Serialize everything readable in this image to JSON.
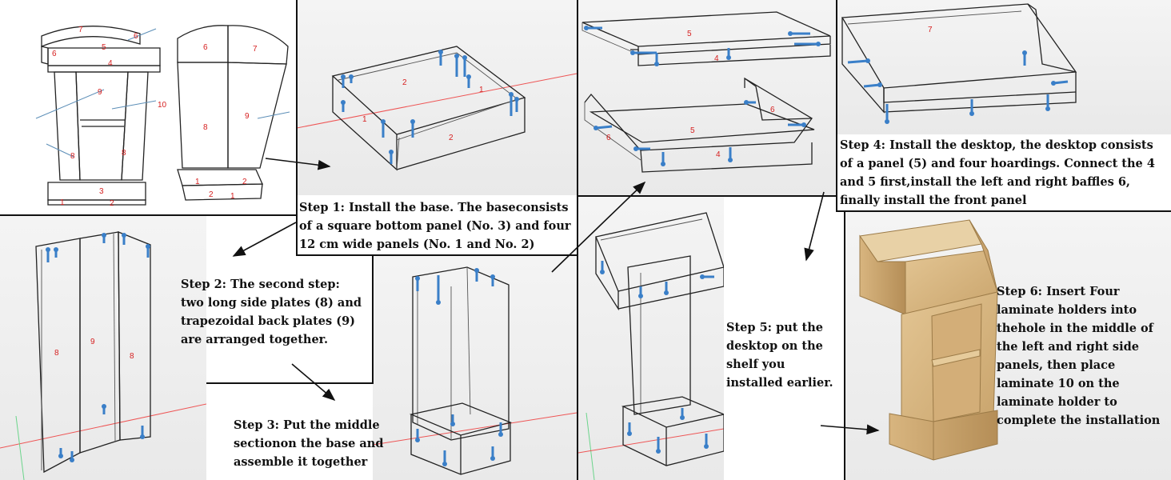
{
  "steps": {
    "step1": "Step 1: Install the base. The baseconsists of a square bottom panel (No. 3) and four 12 cm wide panels (No. 1 and No. 2)",
    "step2": "Step 2: The second step: two long side plates (8) and trapezoidal back plates (9) are arranged together.",
    "step3": "Step 3: Put the middle sectionon the base and assemble it together",
    "step4": "Step 4: Install the desktop, the desktop consists of a panel (5) and four hoardings. Connect the 4 and 5 first,install the left and right baffles 6, finally install the front panel",
    "step5": "Step 5: put the desktop on the shelf you installed earlier.",
    "step6": "Step 6: Insert Four laminate holders into thehole in the middle of the left and right side panels, then place laminate 10 on the laminate holder to complete the installation"
  },
  "part_labels": {
    "n1": "1",
    "n2": "2",
    "n3": "3",
    "n4": "4",
    "n5": "5",
    "n6": "6",
    "n7": "7",
    "n8": "8",
    "n9": "9",
    "n10": "10"
  }
}
